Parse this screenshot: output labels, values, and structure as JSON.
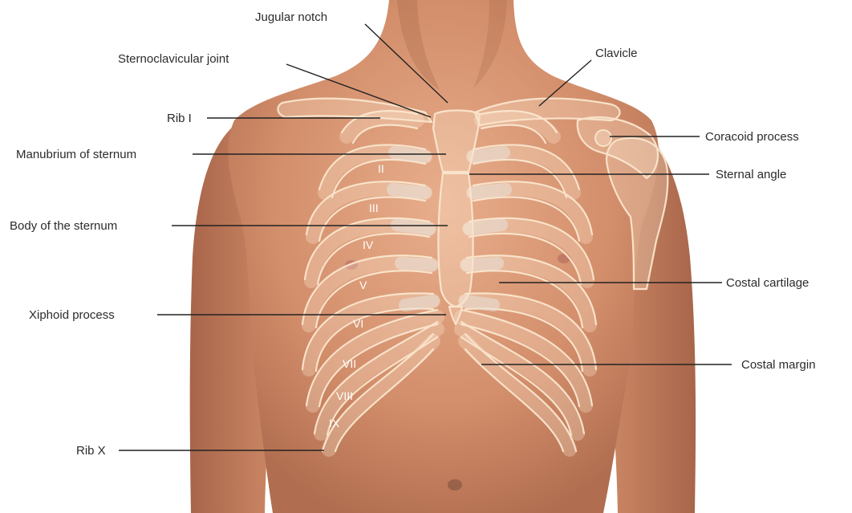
{
  "labels": {
    "jugular_notch": "Jugular notch",
    "sternoclavicular_joint": "Sternoclavicular joint",
    "clavicle": "Clavicle",
    "rib_1": "Rib I",
    "coracoid_process": "Coracoid process",
    "manubrium": "Manubrium of sternum",
    "sternal_angle": "Sternal angle",
    "body_of_sternum": "Body of the sternum",
    "costal_cartilage": "Costal cartilage",
    "xiphoid_process": "Xiphoid process",
    "costal_margin": "Costal margin",
    "rib_10": "Rib X"
  },
  "rib_numerals": [
    "II",
    "III",
    "IV",
    "V",
    "VI",
    "VII",
    "VIII",
    "IX"
  ],
  "colors": {
    "skin_light": "#e2a27f",
    "skin_mid": "#cd8a66",
    "skin_shadow": "#a9664a",
    "bone_outline": "#fbe7cf",
    "leader_line": "#222222",
    "label_text": "#2b2b2b"
  }
}
